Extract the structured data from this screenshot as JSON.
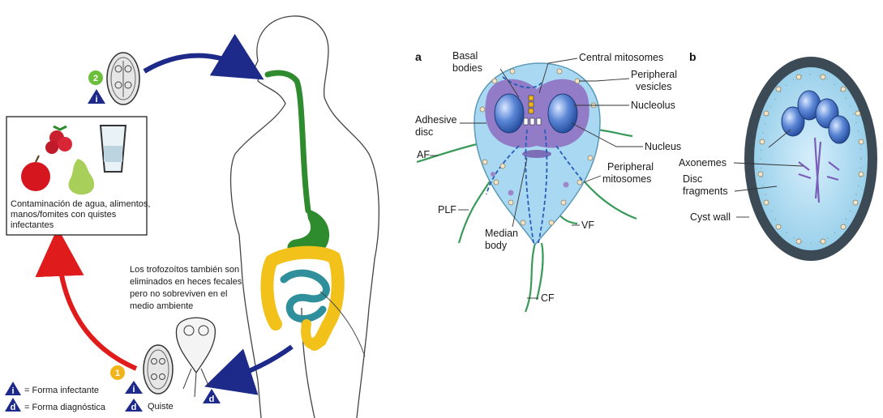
{
  "life_cycle": {
    "contamination_text": [
      "Contaminación de agua, alimentos,",
      "manos/fomites con quistes",
      "infectantes"
    ],
    "trophozoite_text": [
      "Los trofozoítos también son",
      "eliminados en heces fecales",
      "pero no sobreviven en el",
      "medio ambiente"
    ],
    "step1": "1",
    "step2": "2",
    "infective_symbol": "i",
    "diagnostic_symbol": "d",
    "cyst_label": "Quiste",
    "legend_infective": "= Forma infectante",
    "legend_diagnostic": "= Forma diagnóstica",
    "colors": {
      "arrow_blue": "#1d2a8a",
      "arrow_red": "#e01b1b",
      "digestive_green": "#2e8b2e",
      "intestine_yellow": "#f2c21b",
      "intestine_teal": "#2f8f9a",
      "badge_green": "#6bbf3a",
      "badge_yellow": "#f2b41b",
      "badge_navy": "#1d2a8a"
    }
  },
  "giardia": {
    "panel_a": "a",
    "panel_b": "b",
    "labels": {
      "basal_bodies": [
        "Basal",
        "bodies"
      ],
      "central_mitosomes": "Central mitosomes",
      "peripheral_vesicles": [
        "Peripheral",
        "vesicles"
      ],
      "nucleolus": "Nucleolus",
      "adhesive_disc": [
        "Adhesive",
        "disc"
      ],
      "nucleus": "Nucleus",
      "af": "AF",
      "peripheral_mitosomes": [
        "Peripheral",
        "mitosomes"
      ],
      "plf": "PLF",
      "median_body": [
        "Median",
        "body"
      ],
      "vf": "VF",
      "cf": "CF",
      "axonemes": "Axonemes",
      "disc_fragments": [
        "Disc",
        "fragments"
      ],
      "cyst_wall": "Cyst wall"
    },
    "colors": {
      "cell_fill": "#a9d9f2",
      "disc_purple": "#8e6bc0",
      "nucleus_blue": "#3d6fc4",
      "flagella_green": "#3a9a5a",
      "cyst_wall": "#3b4a55"
    }
  }
}
